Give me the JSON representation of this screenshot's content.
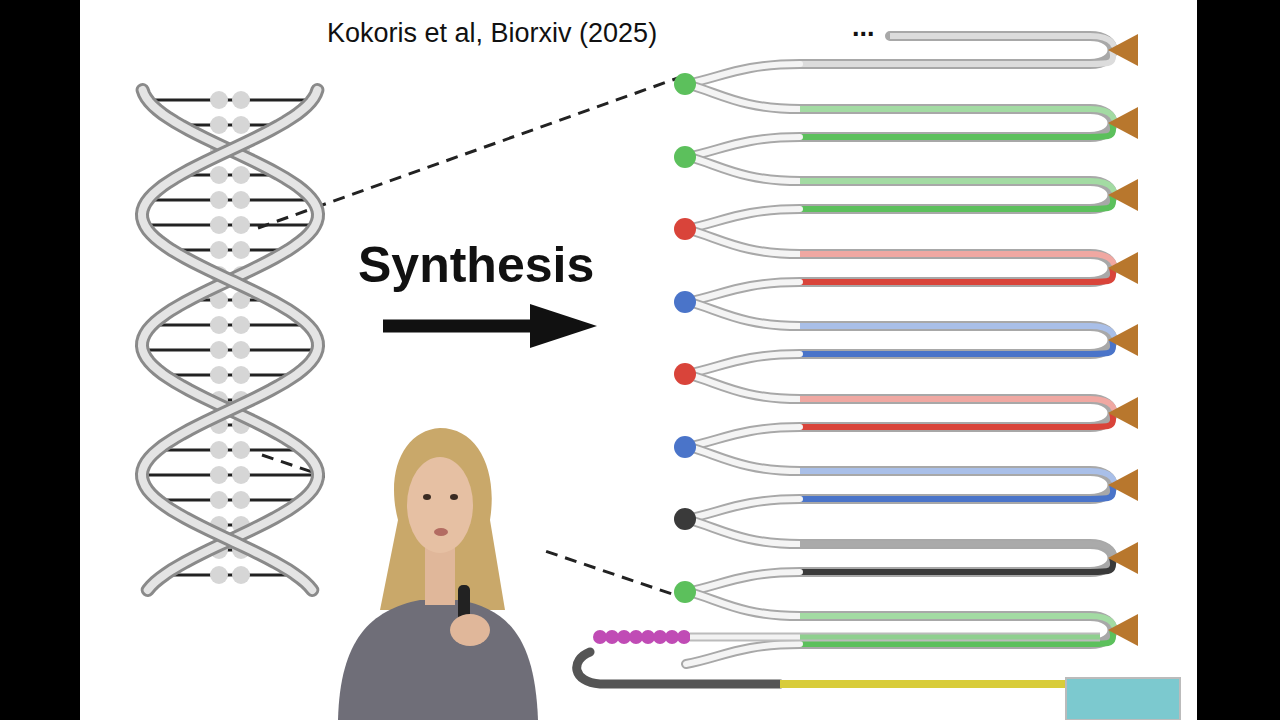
{
  "diagram": {
    "labels": [
      "Kokoris et al, Biorxiv (2025)",
      "...",
      "Synthesis"
    ]
  }
}
